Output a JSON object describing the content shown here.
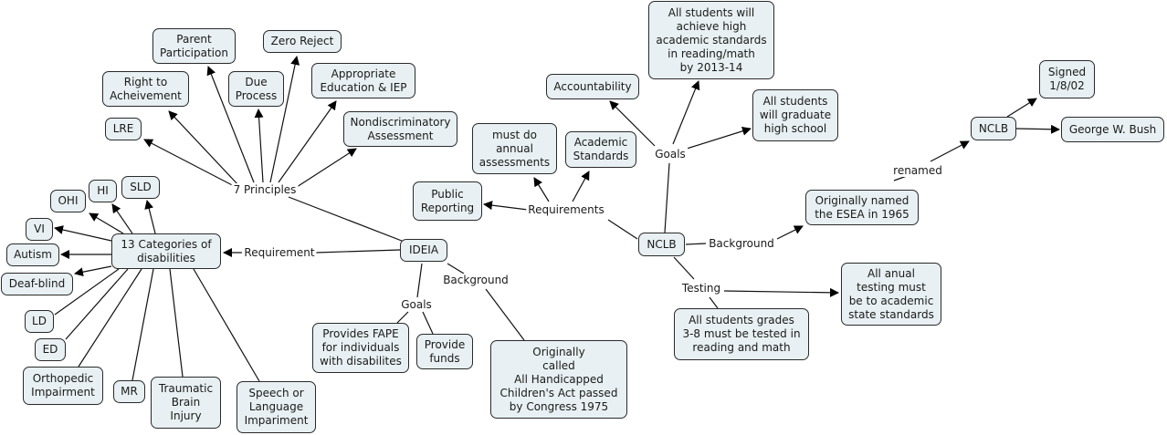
{
  "title": "IDEIA and NCLB Concept Map",
  "nodes": {
    "ideia": "IDEIA",
    "categories": "13 Categories of\ndisabilities",
    "ohi": "OHI",
    "hi": "HI",
    "sld": "SLD",
    "vi": "VI",
    "autism": "Autism",
    "deafblind": "Deaf-blind",
    "ld": "LD",
    "ed": "ED",
    "ortho": "Orthopedic\nImpairment",
    "mr": "MR",
    "tbi": "Traumatic\nBrain\nInjury",
    "speech": "Speech or\nLanguage\nImpariment",
    "lre": "LRE",
    "right": "Right to\nAcheivement",
    "parent": "Parent\nParticipation",
    "due": "Due\nProcess",
    "zero": "Zero Reject",
    "approp": "Appropriate\nEducation & IEP",
    "nondisc": "Nondiscriminatory\nAssessment",
    "fape": "Provides FAPE\nfor individuals\nwith disabilites",
    "funds": "Provide\nfunds",
    "orig": "Originally\ncalled\nAll Handicapped\nChildren's  Act passed\nby Congress 1975",
    "nclb": "NCLB",
    "public": "Public\nReporting",
    "annual": "must do\nannual\nassessments",
    "academic": "Academic\nStandards",
    "account": "Accountability",
    "allhigh": "All students will\nachieve high\nacademic standards\nin reading/math\nby 2013-14",
    "graduate": "All students\nwill graduate\nhigh school",
    "esea": "Originally named\nthe ESEA in 1965",
    "nclb2": "NCLB",
    "signed": "Signed\n1/8/02",
    "bush": "George W. Bush",
    "grades": "All students grades\n3-8 must be tested in\nreading and math",
    "anual": "All anual\ntesting must\nbe to academic\nstate standards"
  },
  "links": {
    "principles": "7 Principles",
    "requirement": "Requirement",
    "goals_ideia": "Goals",
    "background_ideia": "Background",
    "requirements": "Requirements",
    "goals_nclb": "Goals",
    "background_nclb": "Background",
    "testing": "Testing",
    "renamed": "renamed"
  }
}
